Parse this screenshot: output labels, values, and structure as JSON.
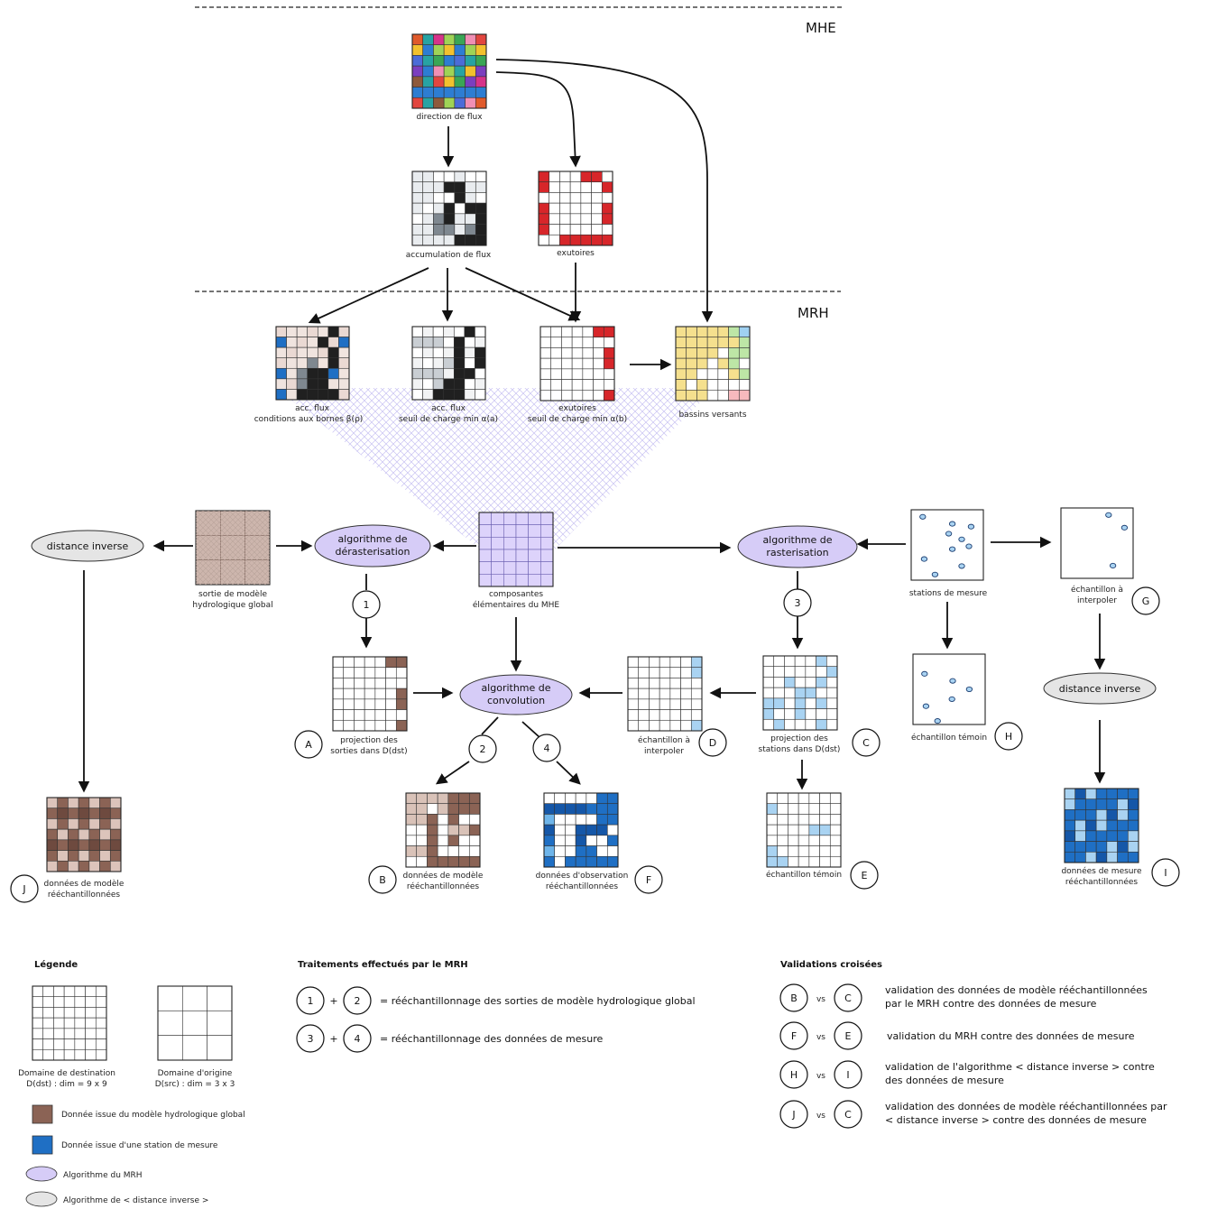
{
  "sections": {
    "mhe": "MHE",
    "mrh": "MRH"
  },
  "labels": {
    "direction_flux": "direction de flux",
    "accumulation_flux": "accumulation de flux",
    "exutoires_top": "exutoires",
    "acc_beta_1": "acc. flux",
    "acc_beta_2": "conditions aux bornes β(ρ)",
    "acc_alpha_1": "acc. flux",
    "acc_alpha_2": "seuil de charge min α(a)",
    "exu_alpha_1": "exutoires",
    "exu_alpha_2": "seuil de charge min α(b)",
    "bassins": "bassins versants",
    "sortie_1": "sortie de modèle",
    "sortie_2": "hydrologique global",
    "composantes_1": "composantes",
    "composantes_2": "élémentaires du MHE",
    "stations": "stations de mesure",
    "echantillon_interp_g_1": "échantillon à",
    "echantillon_interp_g_2": "interpoler",
    "echantillon_temoin_h": "échantillon témoin",
    "proj_sorties_1": "projection des",
    "proj_sorties_2": "sorties dans D(dst)",
    "echantillon_interp_d_1": "échantillon à",
    "echantillon_interp_d_2": "interpoler",
    "proj_stations_1": "projection des",
    "proj_stations_2": "stations dans D(dst)",
    "donnees_modele_b_1": "données de modèle",
    "donnees_modele_b_2": "rééchantillonnées",
    "donnees_obs_f_1": "données d'observation",
    "donnees_obs_f_2": "rééchantillonnées",
    "echantillon_temoin_e": "échantillon témoin",
    "donnees_mesure_i_1": "données de mesure",
    "donnees_mesure_i_2": "rééchantillonnées",
    "donnees_modele_j_1": "données de modèle",
    "donnees_modele_j_2": "rééchantillonnées"
  },
  "algorithms": {
    "distance_inverse": "distance inverse",
    "derasterisation_1": "algorithme de",
    "derasterisation_2": "dérasterisation",
    "rasterisation_1": "algorithme de",
    "rasterisation_2": "rasterisation",
    "convolution_1": "algorithme de",
    "convolution_2": "convolution"
  },
  "markers": {
    "A": "A",
    "B": "B",
    "C": "C",
    "D": "D",
    "E": "E",
    "F": "F",
    "G": "G",
    "H": "H",
    "I": "I",
    "J": "J",
    "one": "1",
    "two": "2",
    "three": "3",
    "four": "4"
  },
  "legend": {
    "title": "Légende",
    "dst_1": "Domaine de destination",
    "dst_2": "D(dst) : dim = 9 x 9",
    "src_1": "Domaine d'origine",
    "src_2": "D(src) : dim = 3 x 3",
    "item_model": "Donnée issue du modèle hydrologique global",
    "item_station": "Donnée issue d'une station de mesure",
    "item_mrh": "Algorithme du MRH",
    "item_idw": "Algorithme de < distance inverse >"
  },
  "treatments": {
    "title": "Traitements effectués par le MRH",
    "plus": "+",
    "row1_a": "1",
    "row1_b": "2",
    "row1_text": "= rééchantillonnage des sorties de modèle hydrologique global",
    "row2_a": "3",
    "row2_b": "4",
    "row2_text": "= rééchantillonnage des données de mesure"
  },
  "validations": {
    "title": "Validations croisées",
    "vs": "vs",
    "rows": [
      {
        "a": "B",
        "b": "C",
        "l1": "validation des données de modèle rééchantillonnées",
        "l2": "par le MRH contre des données de mesure"
      },
      {
        "a": "F",
        "b": "E",
        "l1": "validation du MRH contre des données de mesure",
        "l2": ""
      },
      {
        "a": "H",
        "b": "I",
        "l1": "validation de l'algorithme < distance inverse > contre",
        "l2": "des données de mesure"
      },
      {
        "a": "J",
        "b": "C",
        "l1": "validation des données de modèle rééchantillonnées par",
        "l2": "< distance inverse > contre des données de mesure"
      }
    ]
  },
  "colors": {
    "model_brown": "#8b6355",
    "model_light": "#d9c2b8",
    "station_blue": "#1f6fc4",
    "station_light": "#a9d3f2",
    "mrh_purple": "#d6ccf7",
    "idw_gray": "#e5e5e5",
    "outlet_red": "#d7262a",
    "acc_dark": "#222222",
    "acc_mid": "#8a9197"
  }
}
